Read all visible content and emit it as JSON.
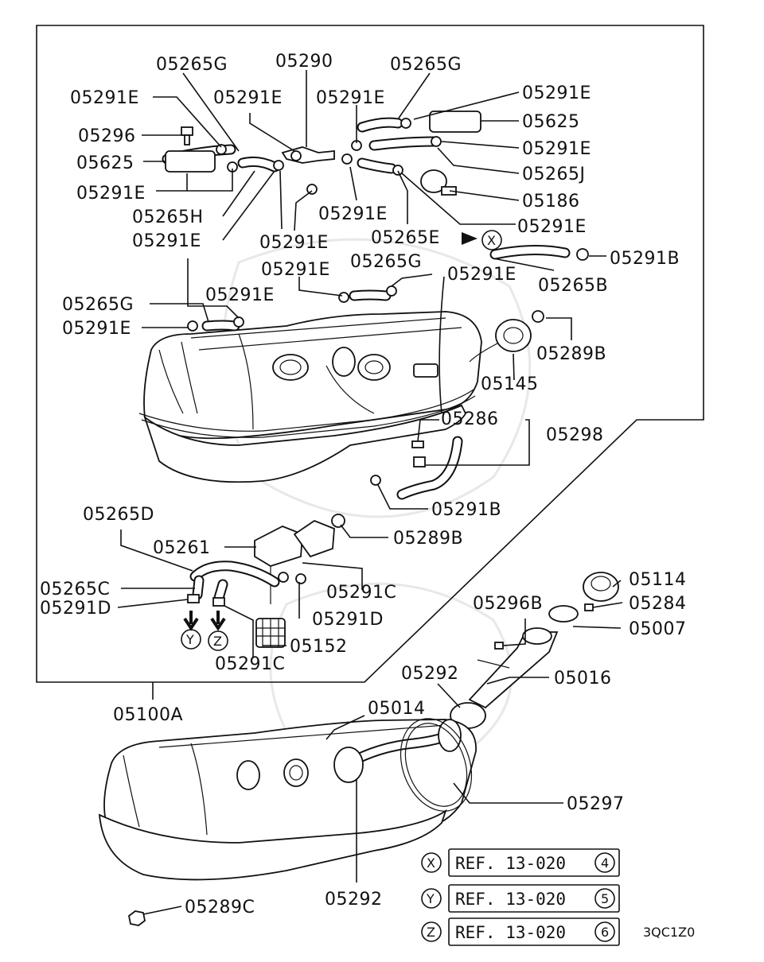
{
  "labels": {
    "l05265G_a": "05265G",
    "l05290": "05290",
    "l05265G_b": "05265G",
    "l05291E_1": "05291E",
    "l05291E_2": "05291E",
    "l05291E_3": "05291E",
    "l05291E_4": "05291E",
    "l05296": "05296",
    "l05625_a": "05625",
    "l05625_b": "05625",
    "l05291E_5": "05291E",
    "l05291E_6": "05291E",
    "l05265J": "05265J",
    "l05265H": "05265H",
    "l05186": "05186",
    "l05291E_7": "05291E",
    "l05291E_8": "05291E",
    "l05291E_9": "05291E",
    "l05291E_10": "05291E",
    "l05265E": "05265E",
    "l05291B_a": "05291B",
    "l05291E_11": "05291E",
    "l05265G_c": "05265G",
    "l05265B": "05265B",
    "l05291E_12": "05291E",
    "l05291E_13": "05291E",
    "l05265G_d": "05265G",
    "l05291E_14": "05291E",
    "l05289B_a": "05289B",
    "l05145": "05145",
    "l05286": "05286",
    "l05298": "05298",
    "l05291B_b": "05291B",
    "l05265D": "05265D",
    "l05289B_b": "05289B",
    "l05261": "05261",
    "l05291C_a": "05291C",
    "l05265C": "05265C",
    "l05291D_a": "05291D",
    "l05291D_b": "05291D",
    "l05152": "05152",
    "l05291C_b": "05291C",
    "l05114": "05114",
    "l05284": "05284",
    "l05296B": "05296B",
    "l05007": "05007",
    "l05016": "05016",
    "l05292_a": "05292",
    "l05100A": "05100A",
    "l05014": "05014",
    "l05297": "05297",
    "l05292_b": "05292",
    "l05289C": "05289C"
  },
  "markers": {
    "x": "X",
    "y": "Y",
    "z": "Z"
  },
  "references": [
    {
      "marker": "X",
      "text": "REF. 13-020",
      "num": "4"
    },
    {
      "marker": "Y",
      "text": "REF. 13-020",
      "num": "5"
    },
    {
      "marker": "Z",
      "text": "REF. 13-020",
      "num": "6"
    }
  ],
  "figure_code": "3QC1Z0"
}
